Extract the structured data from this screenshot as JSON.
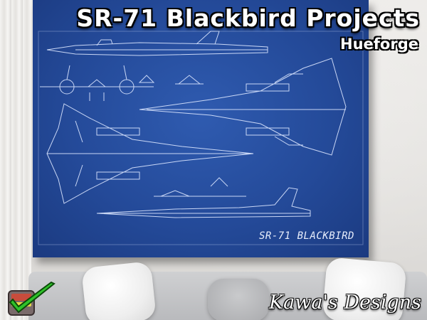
{
  "header": {
    "title": "SR-71 Blackbird Projects",
    "subtitle": "Hueforge"
  },
  "poster": {
    "label": "SR-71 BLACKBIRD",
    "background_color": "#244a99",
    "line_color": "#dbe6ff"
  },
  "footer": {
    "signature": "Kawa's Designs"
  },
  "badge": {
    "icon": "check-icon",
    "check_color": "#2fc22a",
    "box_color": "#7a6a6a"
  }
}
